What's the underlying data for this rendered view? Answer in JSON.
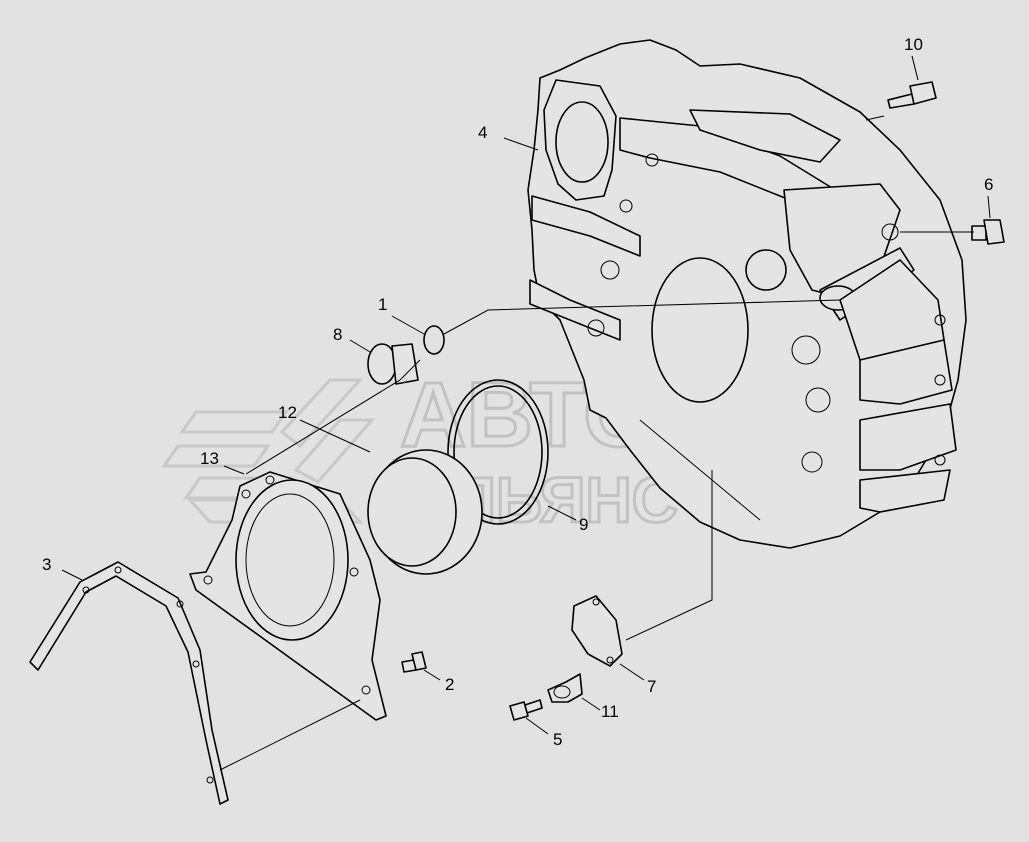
{
  "diagram": {
    "watermark": {
      "line1": "АВТО",
      "line2": "АЛЬЯНС"
    },
    "callouts": [
      {
        "id": "c1",
        "label": "1"
      },
      {
        "id": "c2",
        "label": "2"
      },
      {
        "id": "c3",
        "label": "3"
      },
      {
        "id": "c4",
        "label": "4"
      },
      {
        "id": "c5",
        "label": "5"
      },
      {
        "id": "c6",
        "label": "6"
      },
      {
        "id": "c7",
        "label": "7"
      },
      {
        "id": "c8",
        "label": "8"
      },
      {
        "id": "c9",
        "label": "9"
      },
      {
        "id": "c10",
        "label": "10"
      },
      {
        "id": "c11",
        "label": "11"
      },
      {
        "id": "c12",
        "label": "12"
      },
      {
        "id": "c13",
        "label": "13"
      }
    ]
  }
}
